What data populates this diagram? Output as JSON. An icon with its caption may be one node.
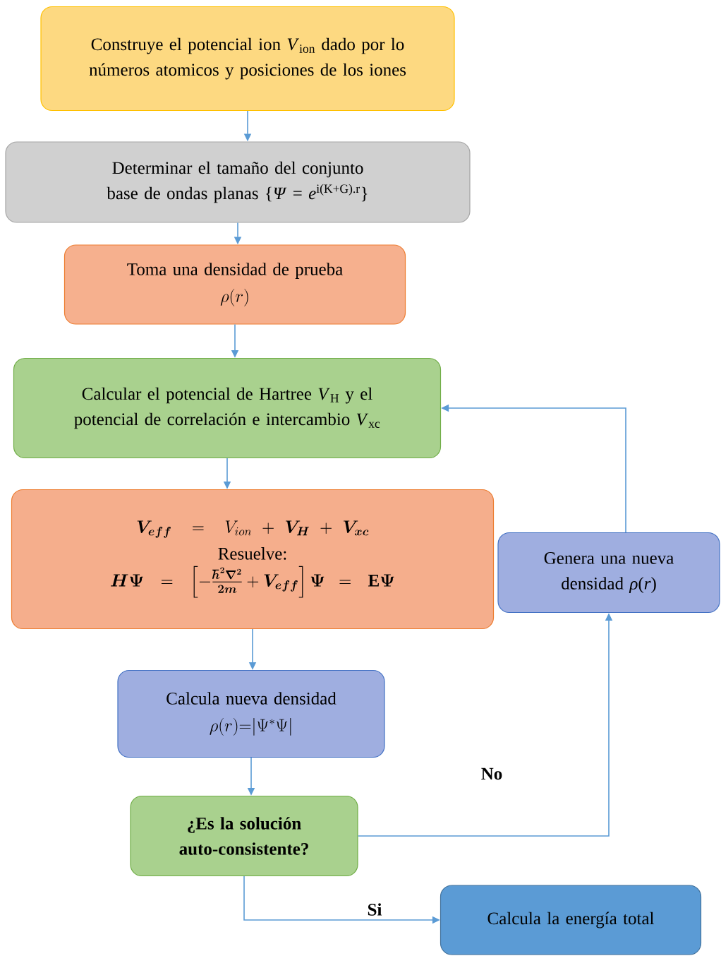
{
  "diagram": {
    "nodes": [
      {
        "text": [
          "Construye el potencial ion *V*$_{ion}$ dado por lo números atomicos y posiciones de los iones"
        ]
      },
      {
        "text": [
          "Determinar el tamaño del conjunto base de ondas planas {*Ψ* = *e*$^{i(K+G).r}$}"
        ]
      },
      {
        "text": [
          "Toma una densidad de prueba",
          "\\rho(r)"
        ]
      },
      {
        "text": [
          "Calcular el potencial de Hartree *V*$_{H}$ y el potencial de correlación e intercambio *V*$_{xc}$"
        ]
      },
      {
        "text": [
          "\\boldsymbol{V_{eff}} = V_{ion} + \\boldsymbol{V_{H}} + \\boldsymbol{V_{xc}}",
          "Resuelve:",
          "\\boldsymbol{H\\Psi} = \\left[-\\boldsymbol{\\frac{\\hbar^{2}\\nabla^{2}}{2m}} + \\boldsymbol{V_{eff}}\\right]\\boldsymbol{\\Psi}\\!= \\mathbf{E}\\boldsymbol{\\Psi}"
        ]
      },
      {
        "text": [
          "Genera una nueva densidad *ρ*(*r*)"
        ]
      },
      {
        "text": [
          "Calcula nueva densidad",
          "\\rho(r)\\mathrm{=}|\\Psi^{*}\\Psi|"
        ]
      },
      {
        "text": [
          "¿Es la solución auto-consistente?"
        ]
      },
      {
        "text": [
          "Calcula la energía total"
        ]
      }
    ],
    "edges": [
      {
        "from": 0,
        "to": 1,
        "arrow": "to"
      },
      {
        "from": 1,
        "to": 2,
        "arrow": "to"
      },
      {
        "from": 2,
        "to": 3,
        "arrow": "to"
      },
      {
        "from": 3,
        "to": 4,
        "arrow": "to"
      },
      {
        "from": 4,
        "to": 6,
        "arrow": "to"
      },
      {
        "from": 6,
        "to": 7,
        "arrow": "to"
      },
      {
        "from": 7,
        "to": 8,
        "arrow": "to",
        "label": "Si"
      },
      {
        "from": 7,
        "to": 5,
        "arrow": "to",
        "label": "No"
      },
      {
        "from": 5,
        "to": 3,
        "arrow": "to"
      }
    ]
  }
}
